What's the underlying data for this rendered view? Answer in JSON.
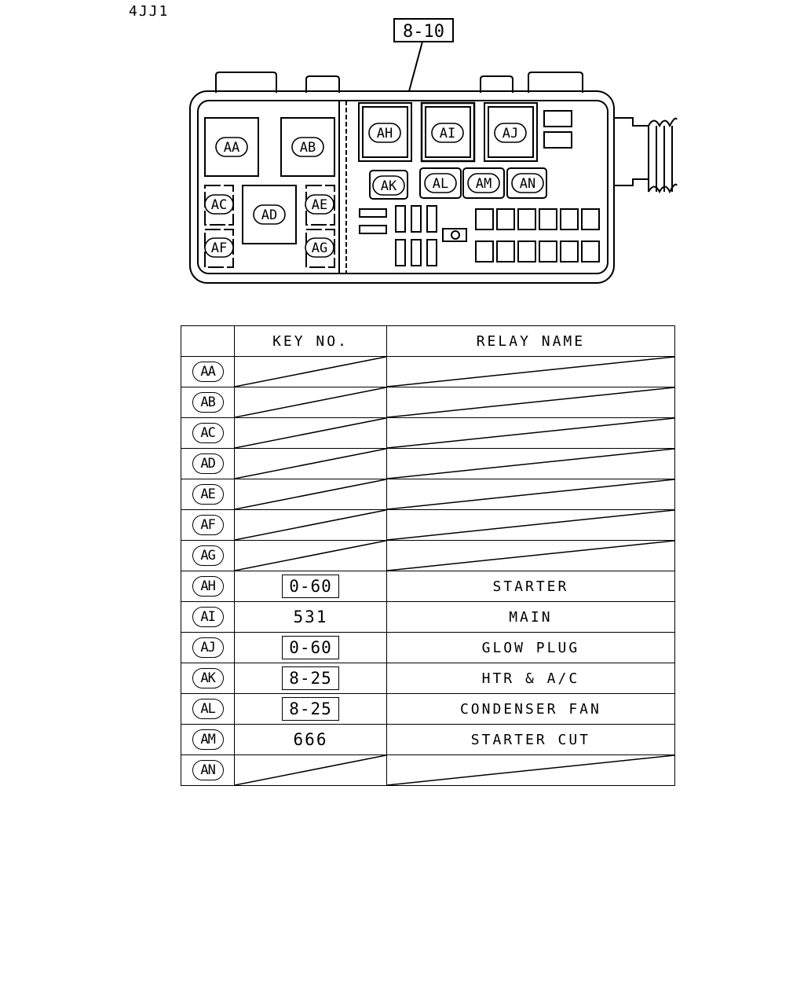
{
  "model": "4JJ1",
  "callout": "8-10",
  "slots": [
    {
      "id": "AA"
    },
    {
      "id": "AB"
    },
    {
      "id": "AC"
    },
    {
      "id": "AD"
    },
    {
      "id": "AE"
    },
    {
      "id": "AF"
    },
    {
      "id": "AG"
    },
    {
      "id": "AH"
    },
    {
      "id": "AI"
    },
    {
      "id": "AJ"
    },
    {
      "id": "AK"
    },
    {
      "id": "AL"
    },
    {
      "id": "AM"
    },
    {
      "id": "AN"
    }
  ],
  "table": {
    "headers": [
      "",
      "KEY NO.",
      "RELAY NAME"
    ],
    "rows": [
      {
        "id": "AA",
        "key": "",
        "key_boxed": false,
        "name": ""
      },
      {
        "id": "AB",
        "key": "",
        "key_boxed": false,
        "name": ""
      },
      {
        "id": "AC",
        "key": "",
        "key_boxed": false,
        "name": ""
      },
      {
        "id": "AD",
        "key": "",
        "key_boxed": false,
        "name": ""
      },
      {
        "id": "AE",
        "key": "",
        "key_boxed": false,
        "name": ""
      },
      {
        "id": "AF",
        "key": "",
        "key_boxed": false,
        "name": ""
      },
      {
        "id": "AG",
        "key": "",
        "key_boxed": false,
        "name": ""
      },
      {
        "id": "AH",
        "key": "0-60",
        "key_boxed": true,
        "name": "STARTER"
      },
      {
        "id": "AI",
        "key": "531",
        "key_boxed": false,
        "name": "MAIN"
      },
      {
        "id": "AJ",
        "key": "0-60",
        "key_boxed": true,
        "name": "GLOW PLUG"
      },
      {
        "id": "AK",
        "key": "8-25",
        "key_boxed": true,
        "name": "HTR & A/C"
      },
      {
        "id": "AL",
        "key": "8-25",
        "key_boxed": true,
        "name": "CONDENSER FAN"
      },
      {
        "id": "AM",
        "key": "666",
        "key_boxed": false,
        "name": "STARTER CUT"
      },
      {
        "id": "AN",
        "key": "",
        "key_boxed": false,
        "name": ""
      }
    ]
  }
}
